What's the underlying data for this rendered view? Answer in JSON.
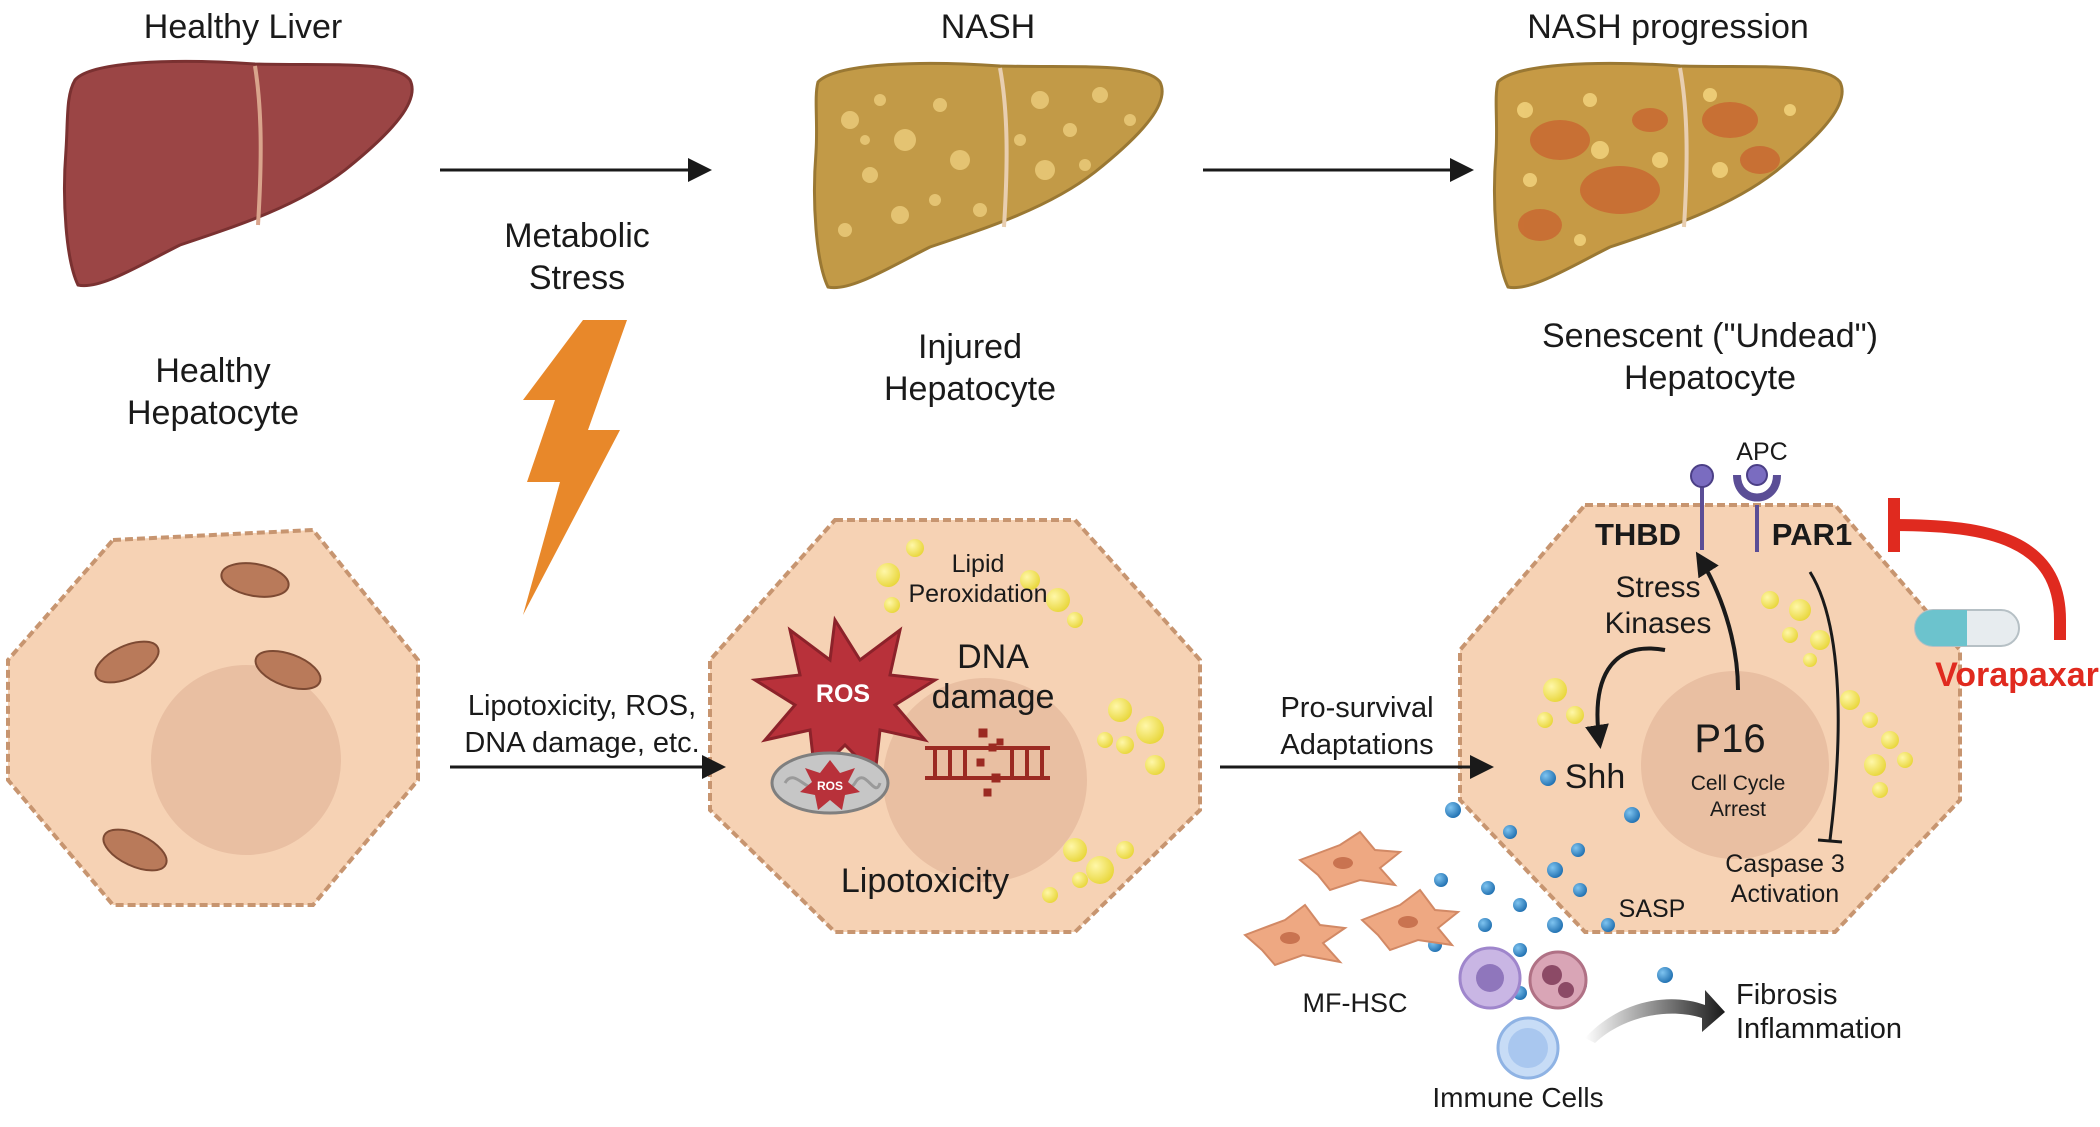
{
  "stages": {
    "healthy_liver": "Healthy Liver",
    "nash": "NASH",
    "nash_progression": "NASH progression"
  },
  "metabolic_stress": [
    "Metabolic",
    "Stress"
  ],
  "hepatocytes": {
    "healthy": [
      "Healthy",
      "Hepatocyte"
    ],
    "injured": [
      "Injured",
      "Hepatocyte"
    ],
    "senescent": [
      "Senescent (\"Undead\")",
      "Hepatocyte"
    ]
  },
  "arrows": {
    "left": [
      "Lipotoxicity, ROS,",
      "DNA damage, etc."
    ],
    "right": [
      "Pro-survival",
      "Adaptations"
    ]
  },
  "injured_cell": {
    "lipid_peroxidation": [
      "Lipid",
      "Peroxidation"
    ],
    "ros": "ROS",
    "ros_small": "ROS",
    "dna_damage": [
      "DNA",
      "damage"
    ],
    "lipotoxicity": "Lipotoxicity"
  },
  "senescent_cell": {
    "apc": "APC",
    "thbd": "THBD",
    "par1": "PAR1",
    "stress_kinases": [
      "Stress",
      "Kinases"
    ],
    "shh": "Shh",
    "p16": "P16",
    "cell_cycle_arrest": [
      "Cell Cycle",
      "Arrest"
    ],
    "caspase": [
      "Caspase 3",
      "Activation"
    ],
    "sasp": "SASP"
  },
  "drug": "Vorapaxar",
  "mf_hsc": "MF-HSC",
  "immune_cells": "Immune Cells",
  "outcomes": [
    "Fibrosis",
    "Inflammation"
  ],
  "colors": {
    "cell_fill": "#f6d2b4",
    "cell_edge": "#c79570",
    "nucleus": "#e9bfa2",
    "healthy_liver": "#9b4545",
    "nash_liver": "#c29a47",
    "inhibitor_red": "#e02a1f",
    "ros_red": "#b8313a",
    "lightning": "#e8882a",
    "lipid_yellow": "#f2e35a",
    "sasp_blue": "#2e86c1"
  }
}
